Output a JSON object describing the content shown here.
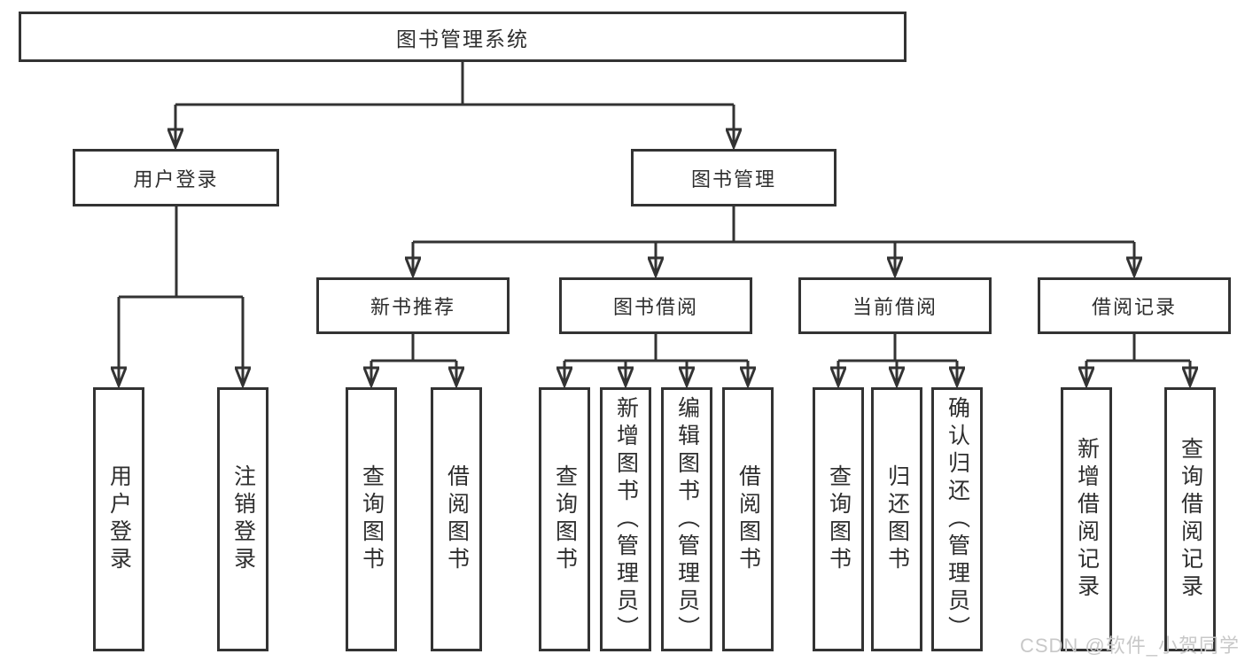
{
  "tree": {
    "root": {
      "label": "图书管理系统",
      "children": [
        {
          "label": "用户登录",
          "children": [
            {
              "label": "用户登录"
            },
            {
              "label": "注销登录"
            }
          ]
        },
        {
          "label": "图书管理",
          "children": [
            {
              "label": "新书推荐",
              "children": [
                {
                  "label": "查询图书"
                },
                {
                  "label": "借阅图书"
                }
              ]
            },
            {
              "label": "图书借阅",
              "children": [
                {
                  "label": "查询图书"
                },
                {
                  "label": "新增图书（管理员）"
                },
                {
                  "label": "编辑图书（管理员）"
                },
                {
                  "label": "借阅图书"
                }
              ]
            },
            {
              "label": "当前借阅",
              "children": [
                {
                  "label": "查询图书"
                },
                {
                  "label": "归还图书"
                },
                {
                  "label": "确认归还（管理员）"
                }
              ]
            },
            {
              "label": "借阅记录",
              "children": [
                {
                  "label": "新增借阅记录"
                },
                {
                  "label": "查询借阅记录"
                }
              ]
            }
          ]
        }
      ]
    }
  },
  "watermark": "CSDN @软件_小贺同学",
  "colors": {
    "line": "#333333",
    "text": "#2e2e2e",
    "watermark": "#c8c8c8",
    "background": "#ffffff"
  }
}
